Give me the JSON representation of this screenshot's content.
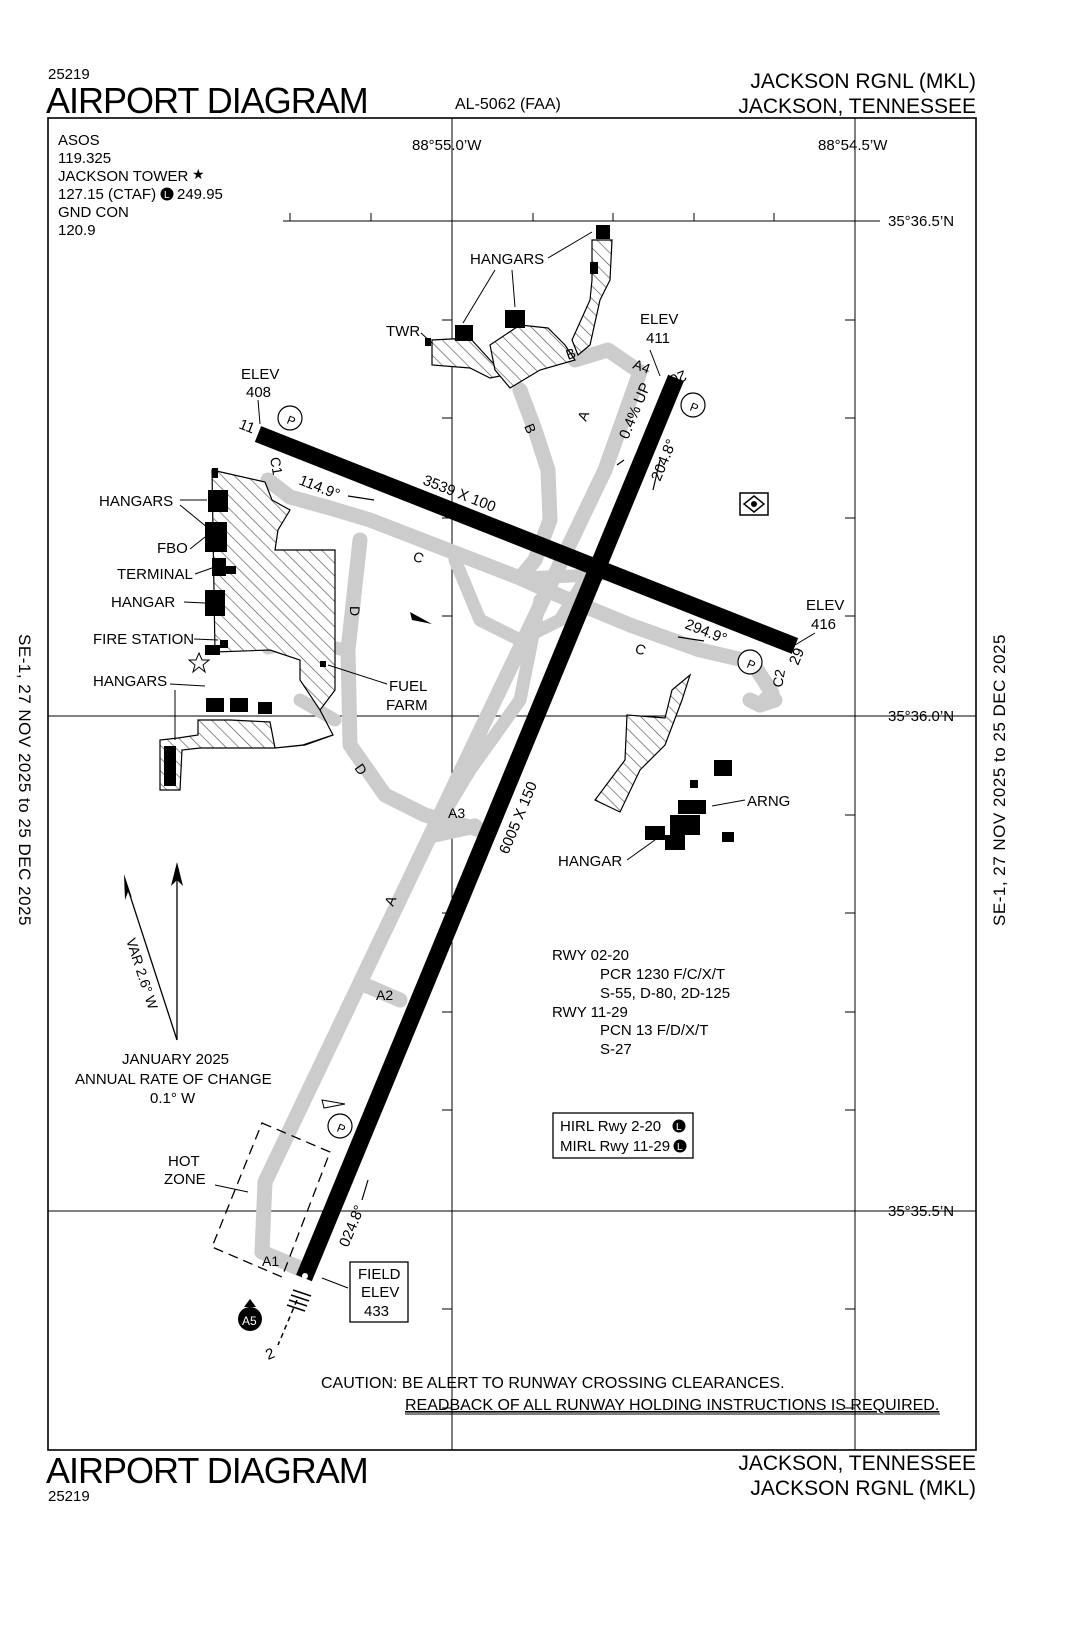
{
  "header": {
    "chart_number": "25219",
    "title": "AIRPORT DIAGRAM",
    "procedure_id": "AL-5062 (FAA)",
    "airport_name": "JACKSON RGNL (MKL)",
    "city_state": "JACKSON, TENNESSEE"
  },
  "footer": {
    "title": "AIRPORT DIAGRAM",
    "chart_number": "25219",
    "city_state": "JACKSON, TENNESSEE",
    "airport_name": "JACKSON RGNL (MKL)"
  },
  "effective_dates": "SE-1,  27 NOV 2025  to  25 DEC 2025",
  "comms": {
    "asos_label": "ASOS",
    "asos_freq": "119.325",
    "tower_label": "JACKSON TOWER",
    "tower_freq_a": "127.15 (CTAF)",
    "tower_freq_b": "249.95",
    "gnd_label": "GND CON",
    "gnd_freq": "120.9",
    "tower_star": "★",
    "lighting_marker": "L"
  },
  "grid": {
    "lon_west": "88°55.0’W",
    "lon_east": "88°54.5’W",
    "lat_north": "35°36.5’N",
    "lat_mid": "35°36.0’N",
    "lat_south": "35°35.5’N"
  },
  "runways": {
    "rwy_02_20_dims": "6005 X 150",
    "rwy_11_29_dims": "3539 X 100",
    "end_11": "11",
    "end_29": "29",
    "end_20": "20",
    "end_2": "2",
    "hdg_11": "114.9°",
    "hdg_29": "294.9°",
    "hdg_20": "204.8°",
    "hdg_02": "024.8°",
    "slope": "0.4% UP"
  },
  "elevations": {
    "elev_label": "ELEV",
    "rwy_11": "408",
    "rwy_29": "416",
    "rwy_20": "411",
    "field_label_1": "FIELD",
    "field_label_2": "ELEV",
    "field": "433"
  },
  "taxiways": {
    "a": "A",
    "a1": "A1",
    "a2": "A2",
    "a3": "A3",
    "a4": "A4",
    "a5": "A5",
    "b": "B",
    "c": "C",
    "c1": "C1",
    "c2": "C2",
    "d": "D"
  },
  "labels": {
    "hangars": "HANGARS",
    "hangar": "HANGAR",
    "twr": "TWR",
    "fbo": "FBO",
    "terminal": "TERMINAL",
    "fire_station": "FIRE STATION",
    "fuel": "FUEL",
    "farm": "FARM",
    "arng": "ARNG",
    "hot": "HOT",
    "zone": "ZONE",
    "parking": "P"
  },
  "magnetic": {
    "variation": "VAR 2.6° W",
    "epoch": "JANUARY 2025",
    "rate_label": "ANNUAL RATE OF CHANGE",
    "rate": "0.1° W"
  },
  "pavement": {
    "rwy_a": "RWY 02-20",
    "rwy_a_pcr": "PCR 1230 F/C/X/T",
    "rwy_a_wt": "S-55, D-80, 2D-125",
    "rwy_b": "RWY 11-29",
    "rwy_b_pcn": "PCN 13 F/D/X/T",
    "rwy_b_wt": "S-27"
  },
  "lighting": {
    "hirl": "HIRL Rwy 2-20",
    "mirl": "MIRL Rwy 11-29"
  },
  "caution": {
    "line1": "CAUTION:  BE ALERT TO RUNWAY CROSSING CLEARANCES.",
    "line2": "READBACK OF ALL RUNWAY HOLDING INSTRUCTIONS IS REQUIRED."
  }
}
